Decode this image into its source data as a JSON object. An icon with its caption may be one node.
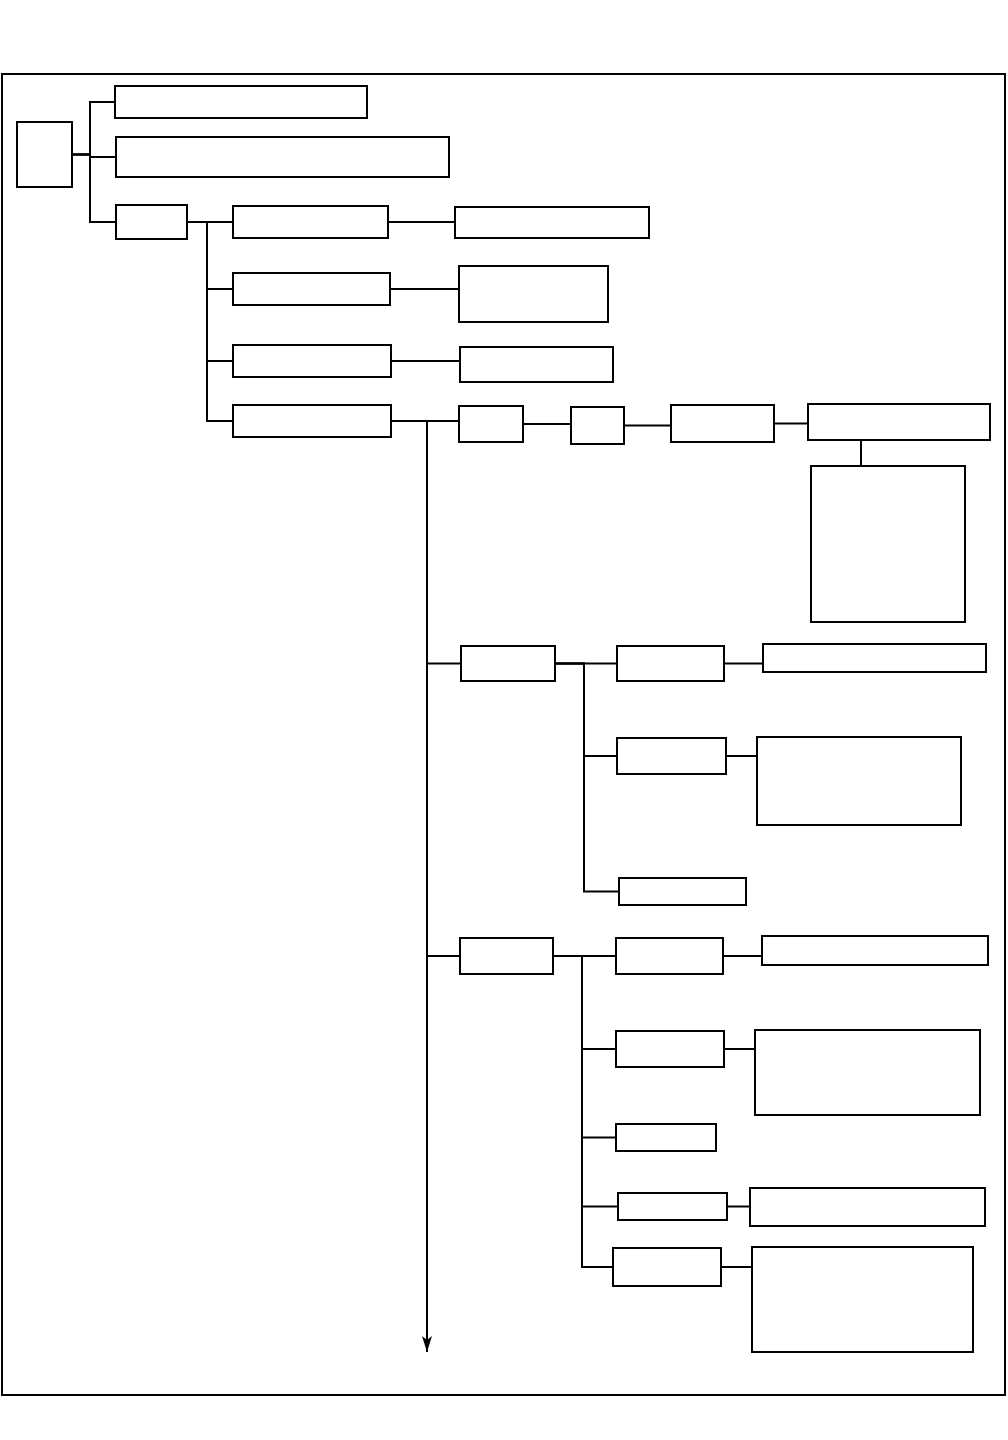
{
  "diagram": {
    "nodes": [
      {
        "text": [],
        "shape": "box"
      },
      {
        "text": [],
        "shape": "box"
      },
      {
        "text": [],
        "shape": "box"
      },
      {
        "text": [],
        "shape": "box"
      },
      {
        "text": [],
        "shape": "box"
      },
      {
        "text": [],
        "shape": "box"
      },
      {
        "text": [],
        "shape": "box"
      },
      {
        "text": [],
        "shape": "box"
      },
      {
        "text": [],
        "shape": "box"
      },
      {
        "text": [],
        "shape": "box"
      },
      {
        "text": [],
        "shape": "box"
      },
      {
        "text": [],
        "shape": "box"
      },
      {
        "text": [],
        "shape": "box"
      },
      {
        "text": [],
        "shape": "box"
      },
      {
        "text": [],
        "shape": "box"
      },
      {
        "text": [],
        "shape": "box"
      },
      {
        "text": [],
        "shape": "box"
      },
      {
        "text": [],
        "shape": "box"
      },
      {
        "text": [],
        "shape": "box"
      },
      {
        "text": [],
        "shape": "box"
      },
      {
        "text": [],
        "shape": "box"
      },
      {
        "text": [],
        "shape": "box"
      },
      {
        "text": [],
        "shape": "box"
      },
      {
        "text": [],
        "shape": "box"
      },
      {
        "text": [],
        "shape": "box"
      },
      {
        "text": [],
        "shape": "box"
      },
      {
        "text": [],
        "shape": "box"
      },
      {
        "text": [],
        "shape": "box"
      },
      {
        "text": [],
        "shape": "box"
      },
      {
        "text": [],
        "shape": "box"
      },
      {
        "text": [],
        "shape": "box"
      },
      {
        "text": [],
        "shape": "box"
      }
    ],
    "edges": [
      {
        "from": 0,
        "to": 1,
        "arrow": "none"
      },
      {
        "from": 0,
        "to": 2,
        "arrow": "none"
      },
      {
        "from": 0,
        "to": 3,
        "arrow": "none"
      },
      {
        "from": 3,
        "to": 4,
        "arrow": "none"
      },
      {
        "from": 3,
        "to": 6,
        "arrow": "none"
      },
      {
        "from": 3,
        "to": 8,
        "arrow": "none"
      },
      {
        "from": 3,
        "to": 10,
        "arrow": "none"
      },
      {
        "from": 4,
        "to": 5,
        "arrow": "none"
      },
      {
        "from": 6,
        "to": 7,
        "arrow": "none"
      },
      {
        "from": 8,
        "to": 9,
        "arrow": "none"
      },
      {
        "from": 10,
        "to": 11,
        "arrow": "none"
      },
      {
        "from": 10,
        "to": 16,
        "arrow": "none"
      },
      {
        "from": 10,
        "to": 22,
        "arrow": "none"
      },
      {
        "from": 10,
        "to": null,
        "arrow": "to"
      },
      {
        "from": 11,
        "to": 12,
        "arrow": "none"
      },
      {
        "from": 12,
        "to": 13,
        "arrow": "none"
      },
      {
        "from": 13,
        "to": 14,
        "arrow": "none"
      },
      {
        "from": 14,
        "to": 15,
        "arrow": "none"
      },
      {
        "from": 16,
        "to": 17,
        "arrow": "none"
      },
      {
        "from": 16,
        "to": 19,
        "arrow": "none"
      },
      {
        "from": 16,
        "to": 21,
        "arrow": "none"
      },
      {
        "from": 17,
        "to": 18,
        "arrow": "none"
      },
      {
        "from": 19,
        "to": 20,
        "arrow": "none"
      },
      {
        "from": 22,
        "to": 23,
        "arrow": "none"
      },
      {
        "from": 22,
        "to": 25,
        "arrow": "none"
      },
      {
        "from": 22,
        "to": 27,
        "arrow": "none"
      },
      {
        "from": 22,
        "to": 28,
        "arrow": "none"
      },
      {
        "from": 22,
        "to": 30,
        "arrow": "none"
      },
      {
        "from": 23,
        "to": 24,
        "arrow": "none"
      },
      {
        "from": 25,
        "to": 26,
        "arrow": "none"
      },
      {
        "from": 28,
        "to": 29,
        "arrow": "none"
      },
      {
        "from": 30,
        "to": 31,
        "arrow": "none"
      }
    ]
  }
}
